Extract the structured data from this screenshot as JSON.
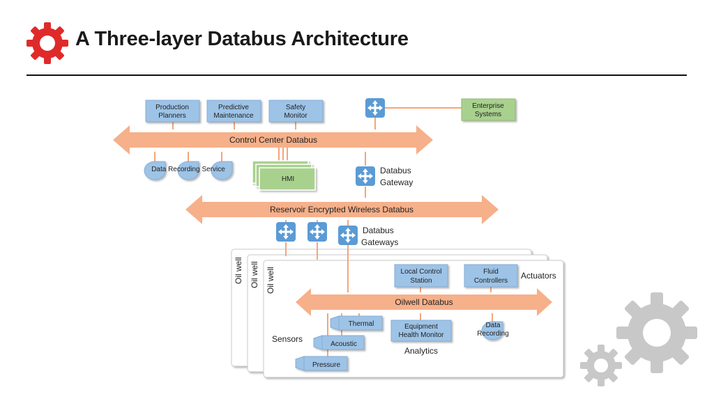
{
  "slide": {
    "title": "A Three-layer Databus Architecture"
  },
  "colors": {
    "accent_red": "#e02a2a",
    "bus_orange": "#f6b08a",
    "box_blue": "#9dc3e6",
    "box_green": "#a9d18e",
    "router_blue": "#5b9bd5",
    "gear_gray": "#c8c8c8"
  },
  "diagram": {
    "top_boxes": [
      {
        "line1": "Production",
        "line2": "Planners"
      },
      {
        "line1": "Predictive",
        "line2": "Maintenance"
      },
      {
        "line1": "Safety",
        "line2": "Monitor"
      }
    ],
    "enterprise": {
      "line1": "Enterprise",
      "line2": "Systems"
    },
    "control_bus": "Control Center Databus",
    "data_recording_service": "Data Recording Service",
    "hmi": "HMI",
    "databus_gateway": {
      "line1": "Databus",
      "line2": "Gateway"
    },
    "reservoir_bus": "Reservoir Encrypted Wireless Databus",
    "databus_gateways": {
      "line1": "Databus",
      "line2": "Gateways"
    },
    "oil_well_labels": [
      "Oil well",
      "Oil well",
      "Oil well"
    ],
    "local_control": {
      "line1": "Local Control",
      "line2": "Station"
    },
    "fluid_controllers": {
      "line1": "Fluid",
      "line2": "Controllers"
    },
    "actuators": "Actuators",
    "oilwell_bus": "Oilwell Databus",
    "thermal": "Thermal",
    "acoustic": "Acoustic",
    "pressure": "Pressure",
    "sensors": "Sensors",
    "equipment_health": {
      "line1": "Equipment",
      "line2": "Health Monitor"
    },
    "analytics": "Analytics",
    "data_recording": {
      "line1": "Data",
      "line2": "Recording"
    }
  }
}
